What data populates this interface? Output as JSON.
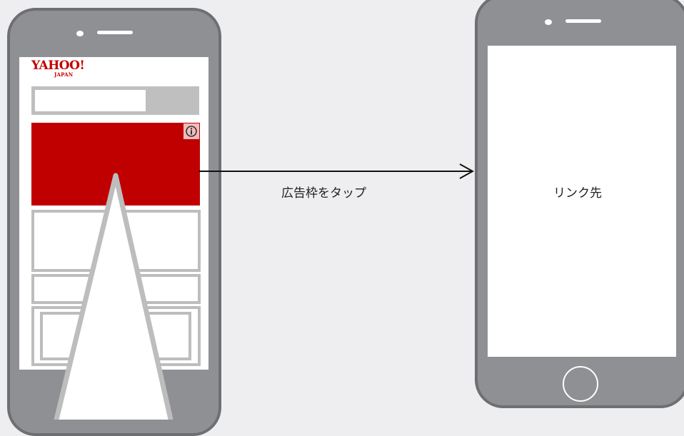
{
  "left_phone": {
    "logo_main": "YAHOO!",
    "logo_sub": "JAPAN"
  },
  "arrow": {
    "label": "広告枠をタップ"
  },
  "right_phone": {
    "screen_label": "リンク先"
  },
  "colors": {
    "background": "#eeeef0",
    "phone_body": "#8e9093",
    "phone_border": "#6d6f73",
    "ad_red": "#c00000",
    "logo_red": "#c40000",
    "placeholder_gray": "#bdbdbd"
  },
  "icons": {
    "info": "info-icon",
    "tap_finger": "finger-icon",
    "home_button": "home-button-icon",
    "arrow": "arrow-right-icon"
  }
}
